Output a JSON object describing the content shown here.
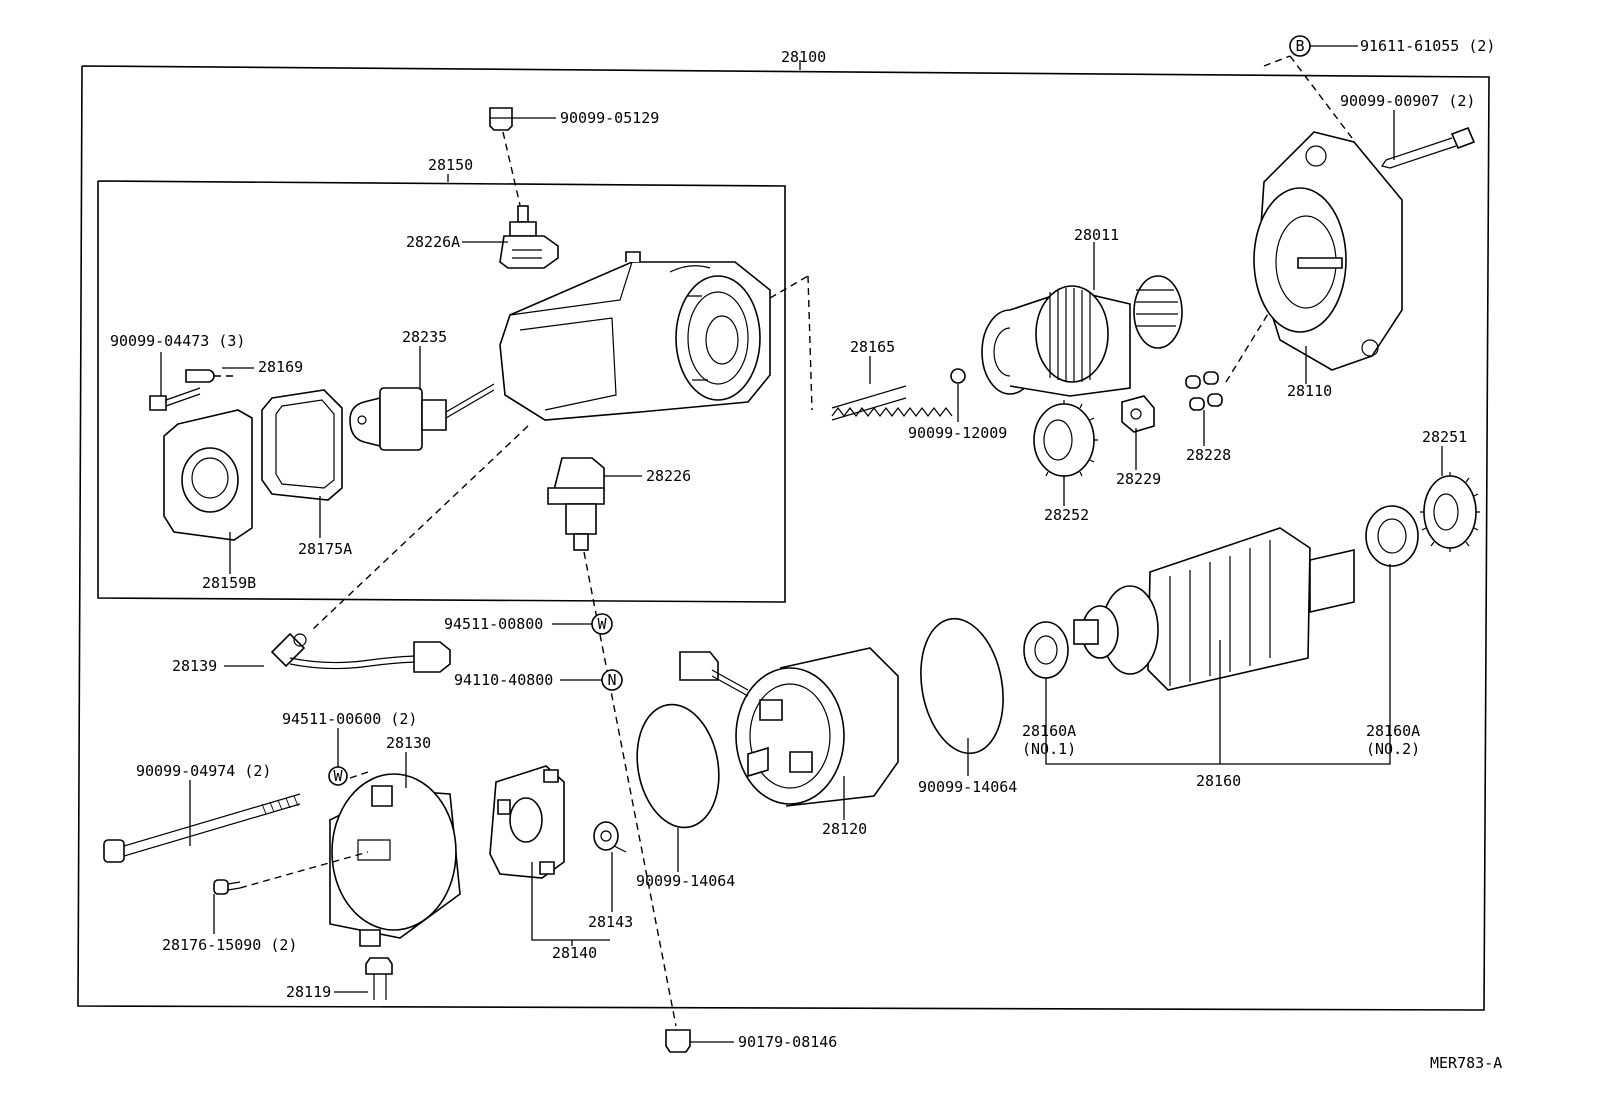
{
  "labels": {
    "p28100": "28100",
    "p91611_61055": "91611-61055 (2)",
    "sym_b": "B",
    "p90099_00907": "90099-00907 (2)",
    "p90099_05129": "90099-05129",
    "p28150": "28150",
    "p28226a": "28226A",
    "p28011": "28011",
    "p90099_04473": "90099-04473 (3)",
    "p28235": "28235",
    "p28169": "28169",
    "p28165": "28165",
    "p28110": "28110",
    "p90099_12009": "90099-12009",
    "p28229": "28229",
    "p28228": "28228",
    "p28226": "28226",
    "p28252": "28252",
    "p28251": "28251",
    "p28175a": "28175A",
    "p28159b": "28159B",
    "p94511_00800": "94511-00800",
    "sym_w1": "W",
    "p28139": "28139",
    "p94110_40800": "94110-40800",
    "sym_n": "N",
    "p94511_00600": "94511-00600 (2)",
    "sym_w2": "W",
    "p28130": "28130",
    "p90099_04974": "90099-04974 (2)",
    "p28160a_1": "28160A",
    "no1": "(NO.1)",
    "p28160a_2": "28160A",
    "no2": "(NO.2)",
    "p28160": "28160",
    "p90099_14064_right": "90099-14064",
    "p28120": "28120",
    "p90099_14064_left": "90099-14064",
    "p28143": "28143",
    "p28140": "28140",
    "p28176_15090": "28176-15090 (2)",
    "p28119": "28119",
    "p90179_08146": "90179-08146",
    "diagram_code": "MER783-A"
  }
}
